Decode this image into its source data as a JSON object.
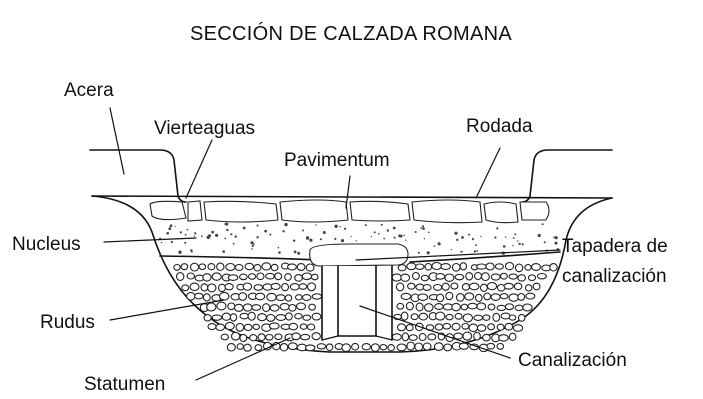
{
  "title": "SECCIÓN DE CALZADA ROMANA",
  "labels": {
    "acera": "Acera",
    "vierteaguas": "Vierteaguas",
    "rodada": "Rodada",
    "pavimentum": "Pavimentum",
    "nucleus": "Nucleus",
    "tapadera_line1": "Tapadera de",
    "tapadera_line2": "canalización",
    "rudus": "Rudus",
    "canalizacion": "Canalización",
    "statumen": "Statumen"
  }
}
